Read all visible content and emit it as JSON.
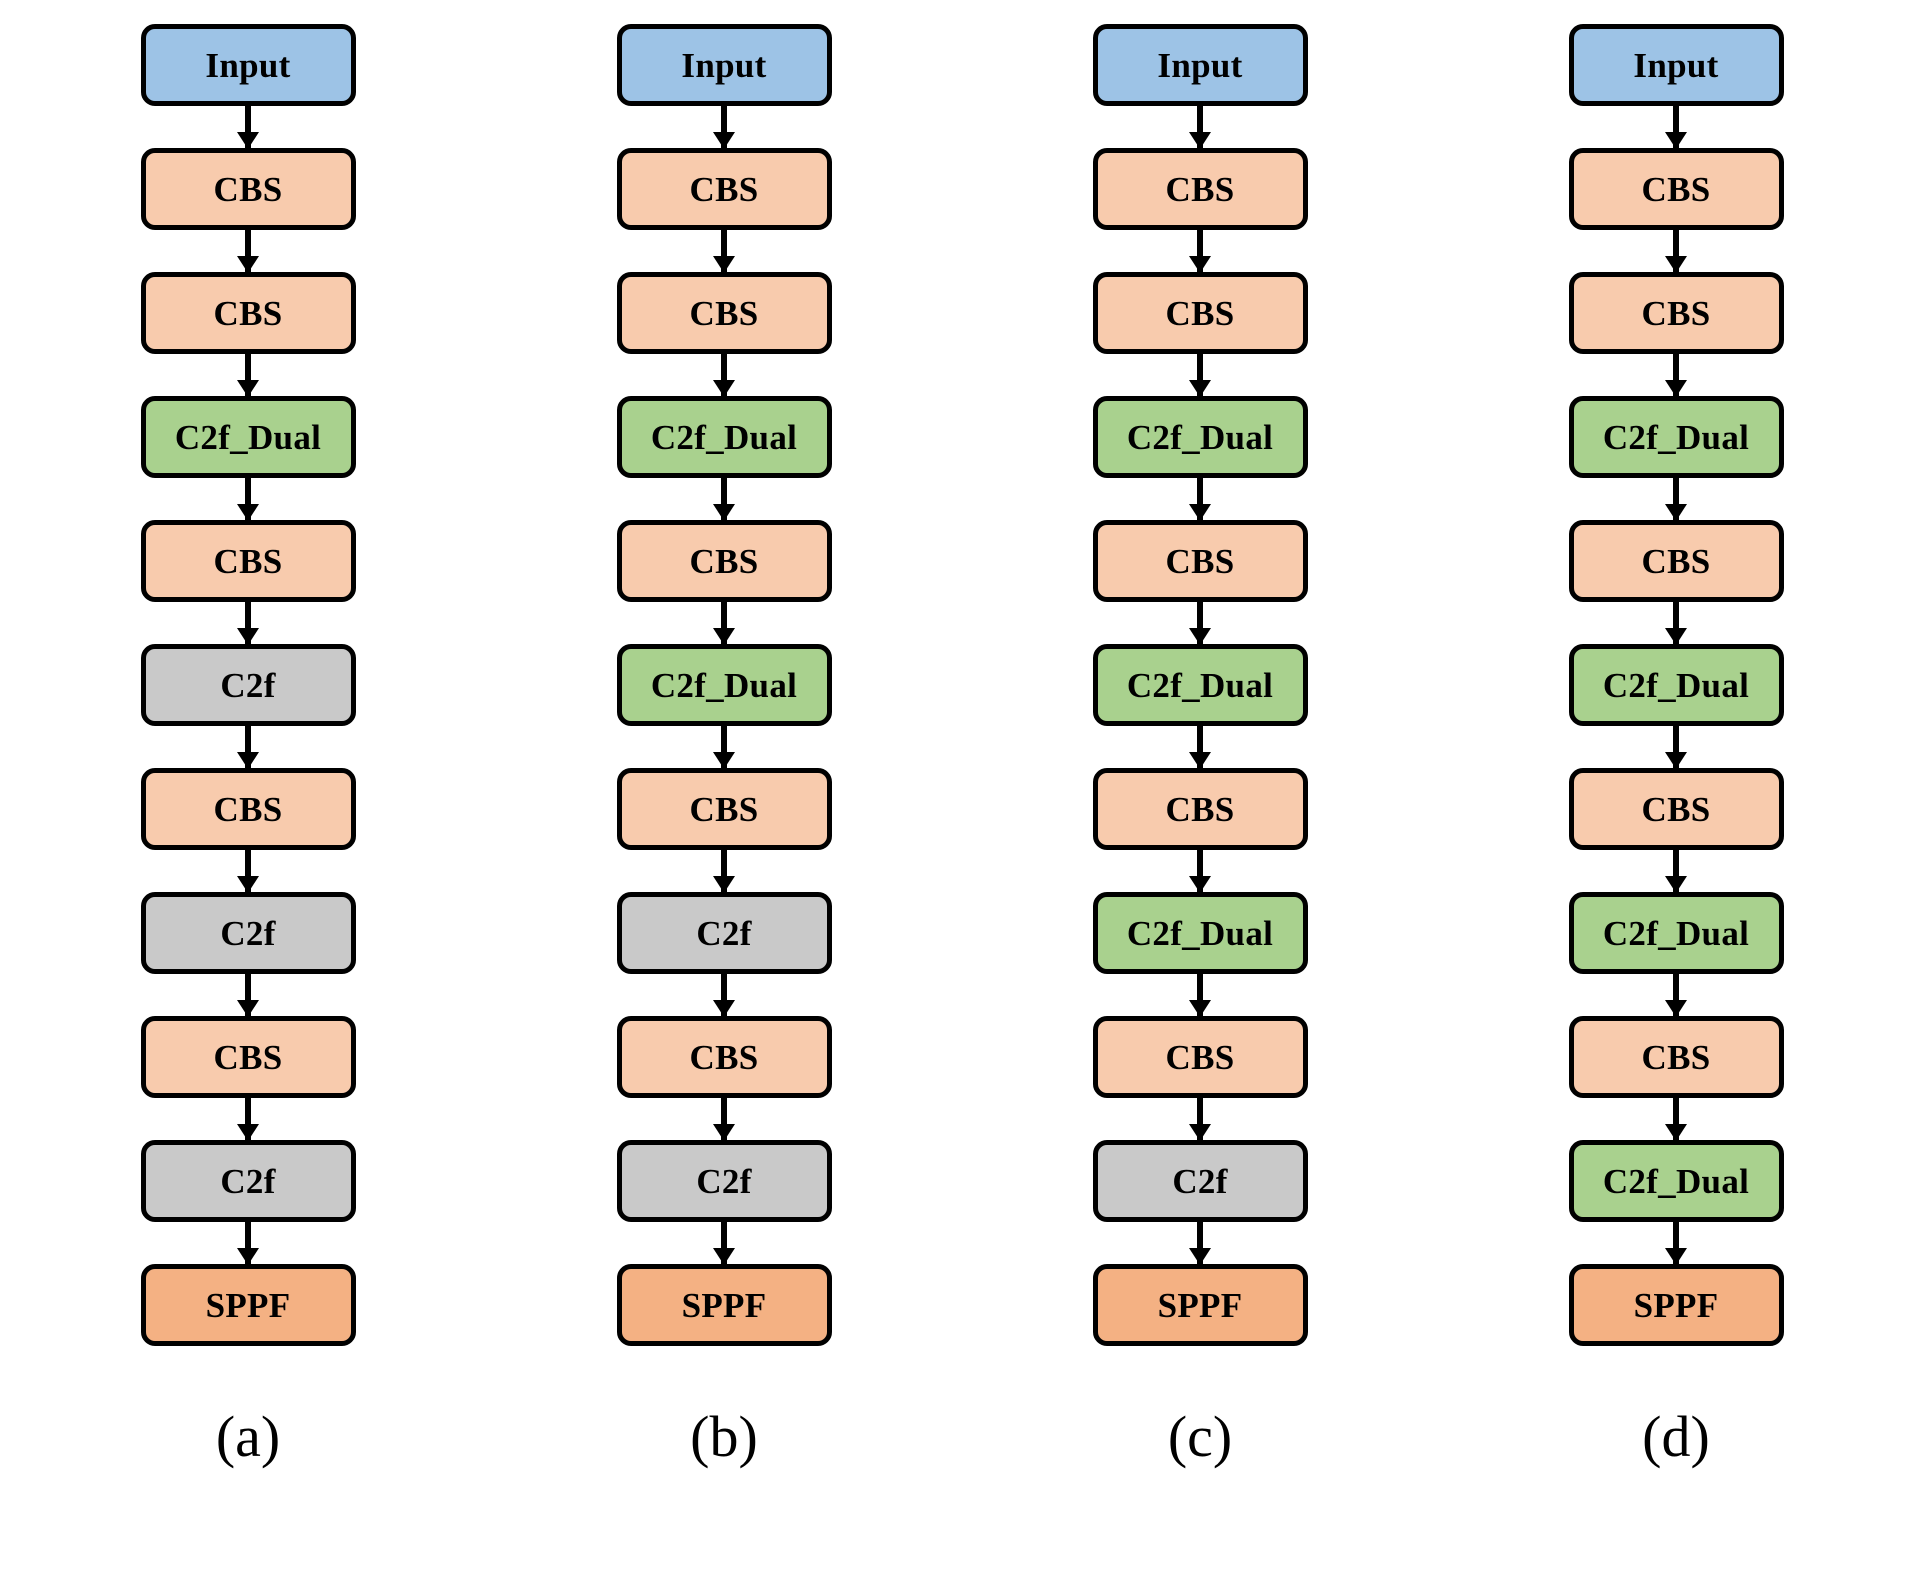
{
  "figure": {
    "title": "Backbone variant comparison flowcharts",
    "colors": {
      "input": "#9dc3e6",
      "cbs": "#f8cbad",
      "c2f": "#c9c9c9",
      "c2f_dual": "#a9d18e",
      "sppf": "#f4b183",
      "border": "#000000",
      "background": "#ffffff",
      "arrow": "#000000"
    },
    "labels": {
      "input": "Input",
      "cbs": "CBS",
      "c2f": "C2f",
      "c2f_dual": "C2f_Dual",
      "sppf": "SPPF"
    },
    "columns": [
      {
        "caption": "(a)",
        "nodes": [
          {
            "label": "Input",
            "type": "input"
          },
          {
            "label": "CBS",
            "type": "cbs"
          },
          {
            "label": "CBS",
            "type": "cbs"
          },
          {
            "label": "C2f_Dual",
            "type": "c2f_dual"
          },
          {
            "label": "CBS",
            "type": "cbs"
          },
          {
            "label": "C2f",
            "type": "c2f"
          },
          {
            "label": "CBS",
            "type": "cbs"
          },
          {
            "label": "C2f",
            "type": "c2f"
          },
          {
            "label": "CBS",
            "type": "cbs"
          },
          {
            "label": "C2f",
            "type": "c2f"
          },
          {
            "label": "SPPF",
            "type": "sppf"
          }
        ]
      },
      {
        "caption": "(b)",
        "nodes": [
          {
            "label": "Input",
            "type": "input"
          },
          {
            "label": "CBS",
            "type": "cbs"
          },
          {
            "label": "CBS",
            "type": "cbs"
          },
          {
            "label": "C2f_Dual",
            "type": "c2f_dual"
          },
          {
            "label": "CBS",
            "type": "cbs"
          },
          {
            "label": "C2f_Dual",
            "type": "c2f_dual"
          },
          {
            "label": "CBS",
            "type": "cbs"
          },
          {
            "label": "C2f",
            "type": "c2f"
          },
          {
            "label": "CBS",
            "type": "cbs"
          },
          {
            "label": "C2f",
            "type": "c2f"
          },
          {
            "label": "SPPF",
            "type": "sppf"
          }
        ]
      },
      {
        "caption": "(c)",
        "nodes": [
          {
            "label": "Input",
            "type": "input"
          },
          {
            "label": "CBS",
            "type": "cbs"
          },
          {
            "label": "CBS",
            "type": "cbs"
          },
          {
            "label": "C2f_Dual",
            "type": "c2f_dual"
          },
          {
            "label": "CBS",
            "type": "cbs"
          },
          {
            "label": "C2f_Dual",
            "type": "c2f_dual"
          },
          {
            "label": "CBS",
            "type": "cbs"
          },
          {
            "label": "C2f_Dual",
            "type": "c2f_dual"
          },
          {
            "label": "CBS",
            "type": "cbs"
          },
          {
            "label": "C2f",
            "type": "c2f"
          },
          {
            "label": "SPPF",
            "type": "sppf"
          }
        ]
      },
      {
        "caption": "(d)",
        "nodes": [
          {
            "label": "Input",
            "type": "input"
          },
          {
            "label": "CBS",
            "type": "cbs"
          },
          {
            "label": "CBS",
            "type": "cbs"
          },
          {
            "label": "C2f_Dual",
            "type": "c2f_dual"
          },
          {
            "label": "CBS",
            "type": "cbs"
          },
          {
            "label": "C2f_Dual",
            "type": "c2f_dual"
          },
          {
            "label": "CBS",
            "type": "cbs"
          },
          {
            "label": "C2f_Dual",
            "type": "c2f_dual"
          },
          {
            "label": "CBS",
            "type": "cbs"
          },
          {
            "label": "C2f_Dual",
            "type": "c2f_dual"
          },
          {
            "label": "SPPF",
            "type": "sppf"
          }
        ]
      }
    ]
  }
}
